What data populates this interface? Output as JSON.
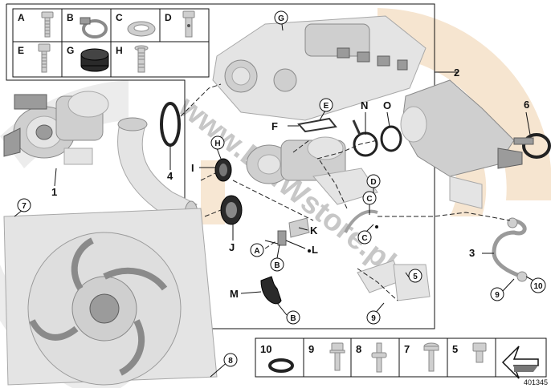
{
  "watermark": "www.BMWstore.pl",
  "catalog_number": "401345",
  "colors": {
    "watermark_arc": "#f5e1c8",
    "watermark_gray": "#e6e6e6",
    "label_text": "#111111",
    "part_gray": "#cfcfcf"
  },
  "top_legend": [
    {
      "letter": "A",
      "icon": "bolt-icon"
    },
    {
      "letter": "B",
      "icon": "hose-clamp-icon"
    },
    {
      "letter": "C",
      "icon": "washer-icon"
    },
    {
      "letter": "D",
      "icon": "banjo-bolt-icon"
    },
    {
      "letter": "E",
      "icon": "hex-bolt-icon"
    },
    {
      "letter": "G",
      "icon": "rubber-cap-icon"
    },
    {
      "letter": "H",
      "icon": "stud-bolt-icon"
    }
  ],
  "bottom_legend": [
    {
      "number": "10",
      "icon": "o-ring-icon"
    },
    {
      "number": "9",
      "icon": "flange-bolt-icon"
    },
    {
      "number": "8",
      "icon": "stud-icon"
    },
    {
      "number": "7",
      "icon": "torx-screw-icon"
    },
    {
      "number": "5",
      "icon": "hex-bolt-icon"
    },
    {
      "number": "",
      "icon": "arrow-reference-icon"
    }
  ],
  "number_labels": {
    "n1": "1",
    "n2": "2",
    "n3": "3",
    "n4": "4",
    "n6": "6"
  },
  "letter_labels": {
    "F": "F",
    "I": "I",
    "J": "J",
    "K": "K",
    "L": "L",
    "M": "M",
    "N": "N",
    "O": "O"
  },
  "circled_labels": {
    "c7": "7",
    "c8": "8",
    "c5": "5",
    "c9a": "9",
    "c9b": "9",
    "c10": "10",
    "cG": "G",
    "cE": "E",
    "cH": "H",
    "cD": "D",
    "cC1": "C",
    "cC2": "C",
    "cA": "A",
    "cB1": "B",
    "cB2": "B"
  }
}
